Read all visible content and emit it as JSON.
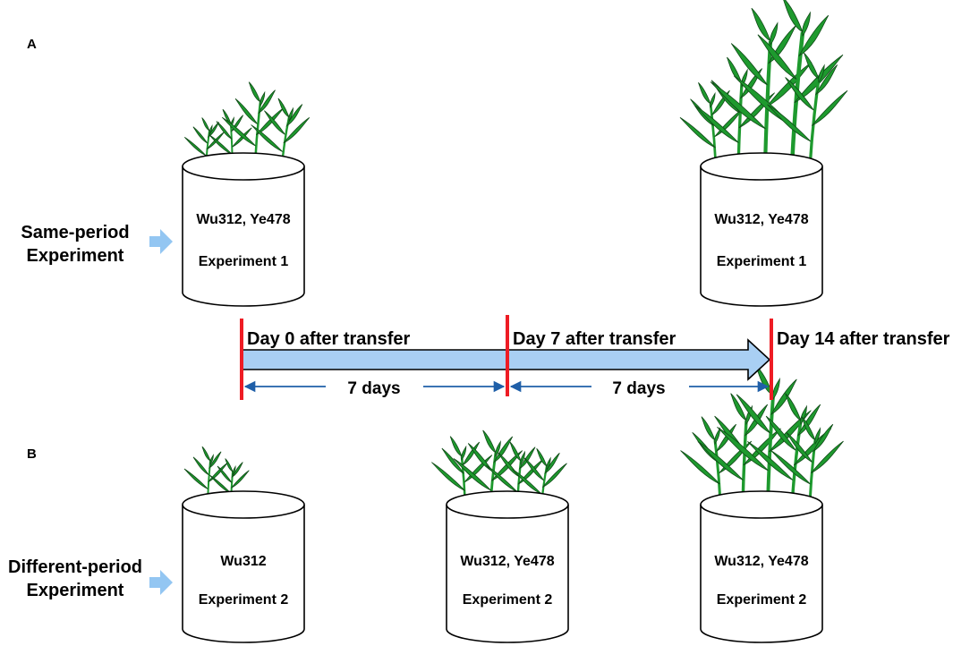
{
  "panels": {
    "a": "A",
    "b": "B"
  },
  "experiments": {
    "same": {
      "line1": "Same-period",
      "line2": "Experiment"
    },
    "different": {
      "line1": "Different-period",
      "line2": "Experiment"
    }
  },
  "pots": {
    "a_day0": {
      "line1": "Wu312, Ye478",
      "line2": "Experiment 1"
    },
    "a_day14": {
      "line1": "Wu312, Ye478",
      "line2": "Experiment 1"
    },
    "b_day0": {
      "line1": "Wu312",
      "line2": "Experiment 2"
    },
    "b_day7": {
      "line1": "Wu312, Ye478",
      "line2": "Experiment 2"
    },
    "b_day14": {
      "line1": "Wu312, Ye478",
      "line2": "Experiment 2"
    }
  },
  "timeline": {
    "day0": "Day 0 after transfer",
    "day7": "Day 7 after transfer",
    "day14": "Day 14 after transfer",
    "interval1": "7 days",
    "interval2": "7 days"
  },
  "colors": {
    "arrow_fill": "#a9cff3",
    "marker": "#ee1c24",
    "interval": "#1f5fa8",
    "leaf": "#1e9a2e",
    "leaf_stroke": "#0f4a16",
    "bullet_arrow": "#93c6f2"
  }
}
